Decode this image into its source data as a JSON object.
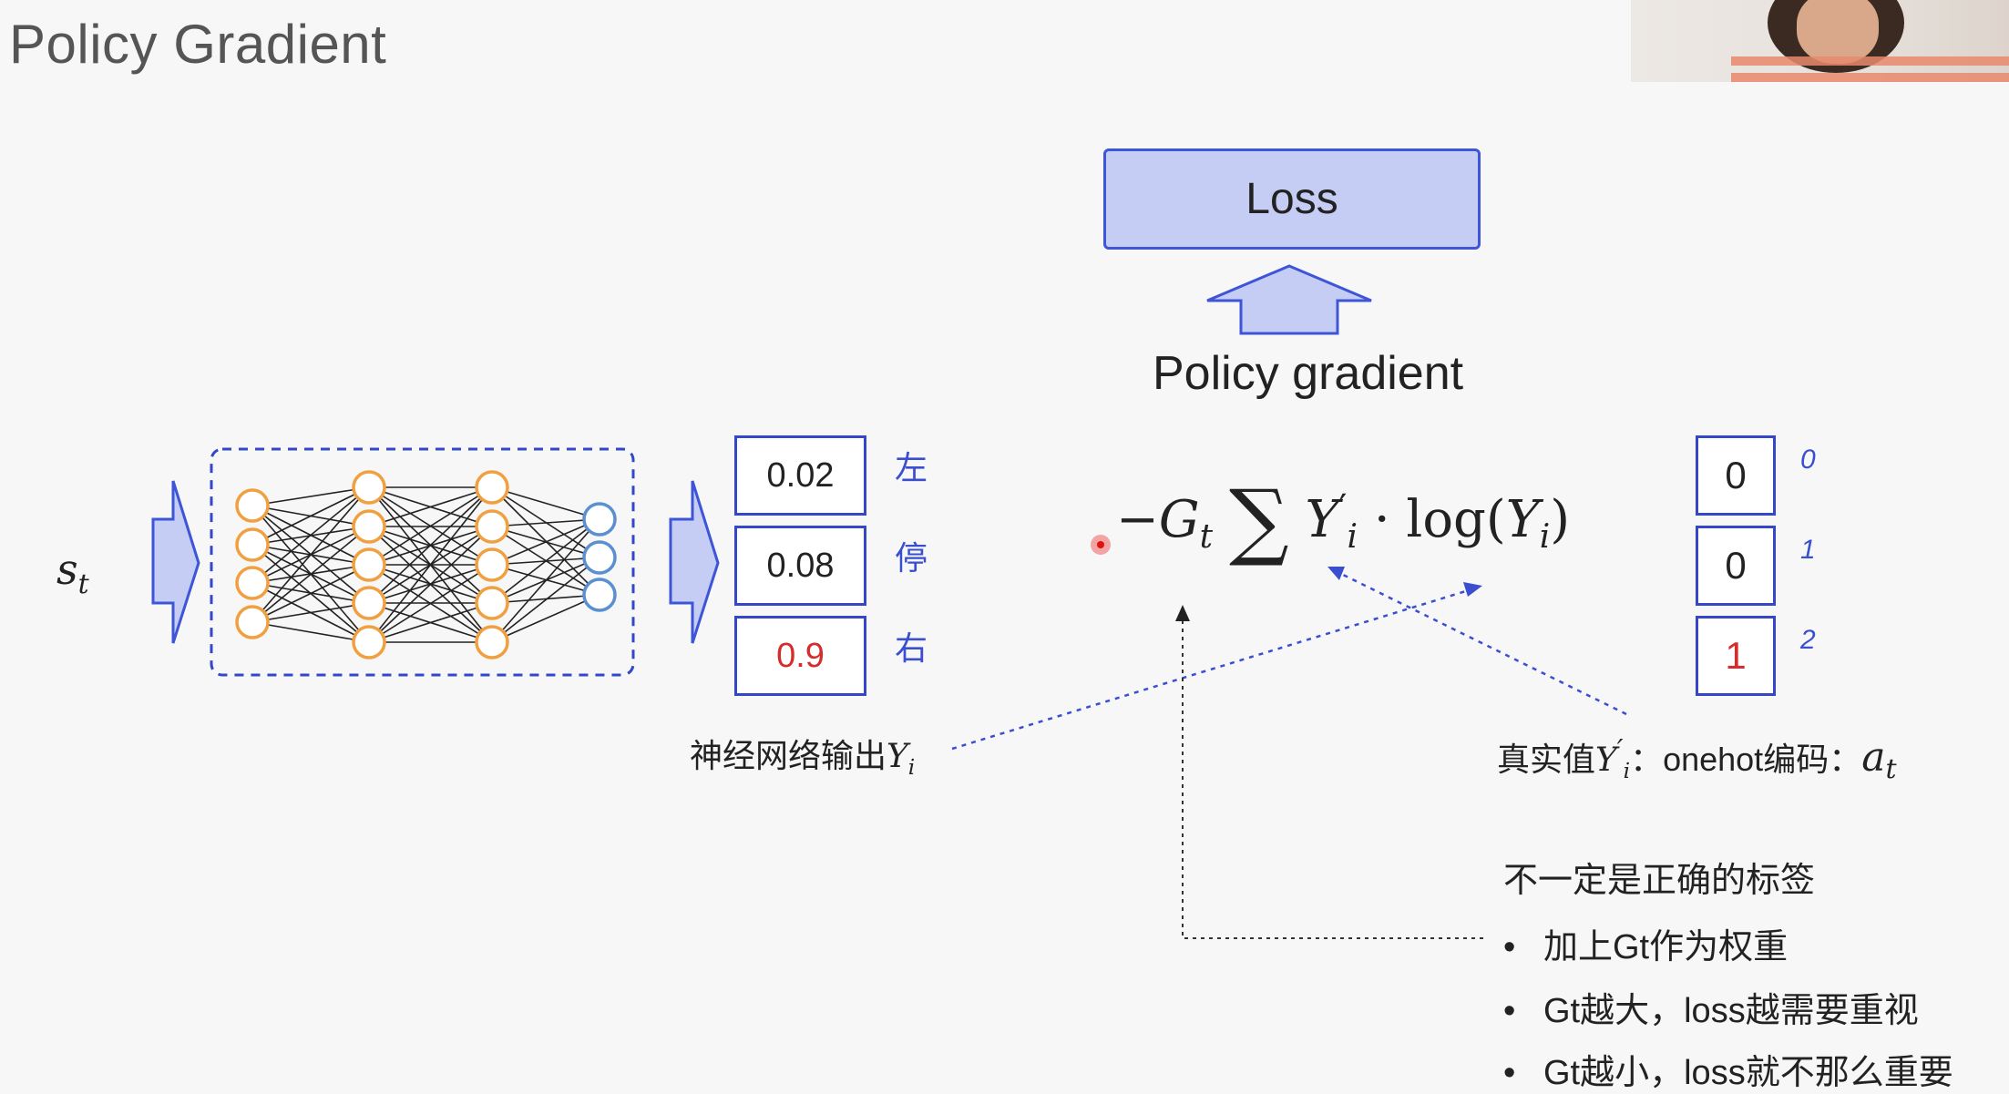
{
  "slide": {
    "title": "Policy Gradient"
  },
  "loss": {
    "label": "Loss"
  },
  "policy_gradient_label": "Policy gradient",
  "state_label": {
    "base": "s",
    "sub": "t"
  },
  "network_output": {
    "values": [
      "0.02",
      "0.08",
      "0.9"
    ],
    "actions": [
      "左",
      "停",
      "右"
    ],
    "highlight_color": "#d32d2d",
    "label_text": "神经网络输出",
    "label_var": "Y",
    "label_sub": "i"
  },
  "formula": {
    "minus": "−",
    "g": "G",
    "g_sub": "t",
    "sigma": "∑",
    "y_true": "Y",
    "y_true_sub": "i",
    "prime": "′",
    "dot_log": " · log(",
    "y_pred": "Y",
    "y_pred_sub": "i",
    "close": ")"
  },
  "onehot": {
    "values": [
      "0",
      "0",
      "1"
    ],
    "indices": [
      "0",
      "1",
      "2"
    ]
  },
  "true_value_label": {
    "prefix": "真实值",
    "var": "Y",
    "sub": "i",
    "prime": "′",
    "middle": "：onehot编码：",
    "a": "a",
    "a_sub": "t"
  },
  "notes": {
    "heading": "不一定是正确的标签",
    "bullets": [
      "加上Gt作为权重",
      "Gt越大，loss越需要重视",
      "Gt越小，loss就不那么重要"
    ],
    "bullet_symbol": "•"
  },
  "colors": {
    "box_border": "#3447c8",
    "loss_fill": "#c5cdf4",
    "arrow_fill": "#c5cdf4",
    "neuron_orange": "#f0a040",
    "neuron_blue": "#5a8fd0",
    "dotted_line": "#3a4fd0"
  }
}
